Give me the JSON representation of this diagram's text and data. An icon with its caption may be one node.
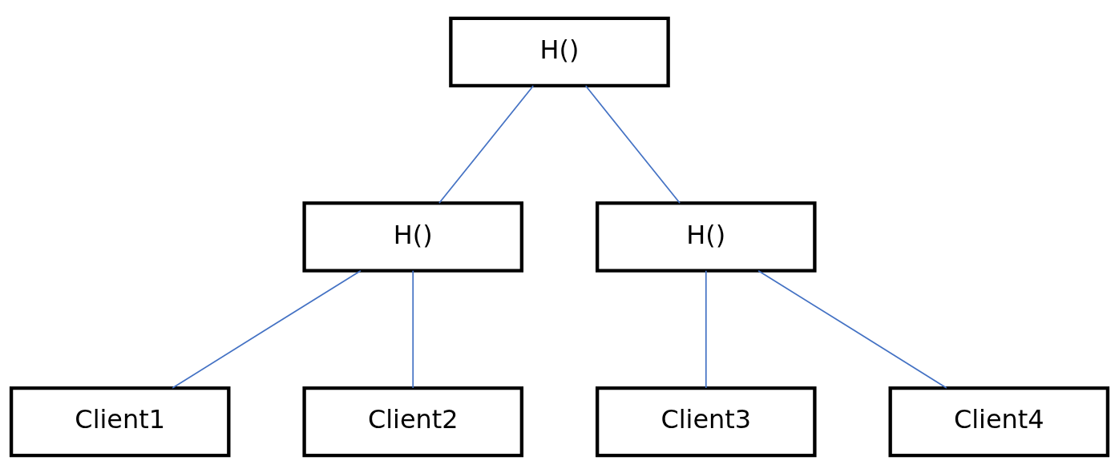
{
  "diagram": {
    "nodes": [
      {
        "text": [
          "H()"
        ]
      },
      {
        "text": [
          "H()"
        ]
      },
      {
        "text": [
          "H()"
        ]
      },
      {
        "text": [
          "Client1"
        ]
      },
      {
        "text": [
          "Client2"
        ]
      },
      {
        "text": [
          "Client3"
        ]
      },
      {
        "text": [
          "Client4"
        ]
      }
    ],
    "edges": [
      {
        "from": 0,
        "to": 1,
        "arrow": "none"
      },
      {
        "from": 0,
        "to": 2,
        "arrow": "none"
      },
      {
        "from": 1,
        "to": 3,
        "arrow": "none"
      },
      {
        "from": 1,
        "to": 4,
        "arrow": "none"
      },
      {
        "from": 2,
        "to": 5,
        "arrow": "none"
      },
      {
        "from": 2,
        "to": 6,
        "arrow": "none"
      }
    ]
  }
}
